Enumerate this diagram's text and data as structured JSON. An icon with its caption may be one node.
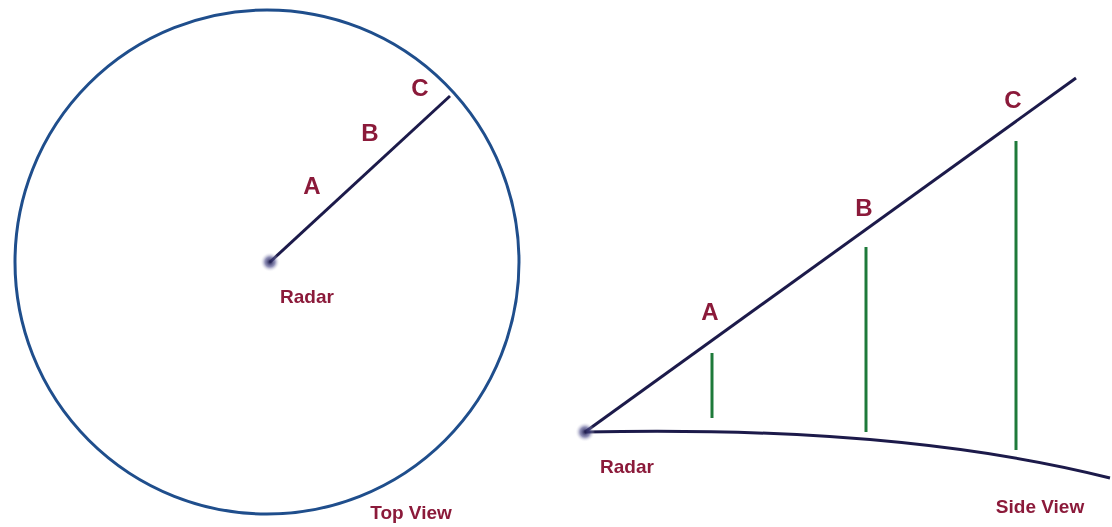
{
  "diagram": {
    "labels": [
      "C",
      "B",
      "A",
      "Radar",
      "Top View",
      "C",
      "B",
      "A",
      "Radar",
      "Side View"
    ]
  }
}
